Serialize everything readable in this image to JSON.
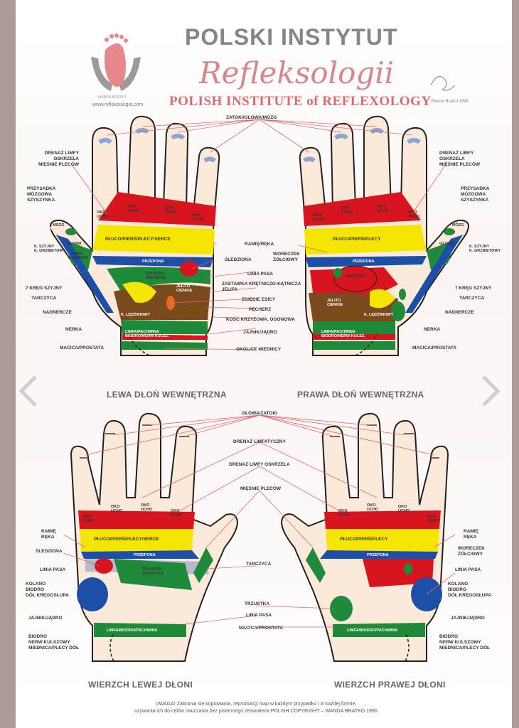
{
  "header": {
    "title_line1": "POLSKI INSTYTUT",
    "title_line2": "Refleksologii",
    "title_line3": "POLISH INSTITUTE of REFLEXOLOGY",
    "url": "www.refleksologia.com",
    "logo_text": "WANDA BRATKO",
    "signature": "Wanda Bratko 1996"
  },
  "hand_titles": {
    "left_palm": "LEWA DŁOŃ WEWNĘTRZNA",
    "right_palm": "PRAWA DŁOŃ WEWNĘTRZNA",
    "left_back": "WIERZCH LEWEJ DŁONI",
    "right_back": "WIERZCH PRAWEJ DŁONI"
  },
  "top_labels": {
    "zatoki": "ZATOKI/GŁOWA/MÓZG",
    "drenaz_l": "DRENAŻ LIMFY\nOSKRZELA\nMIĘŚNIE PLECÓW",
    "drenaz_r": "DRENAŻ LIMFY\nOSKRZELA\nMIĘŚNIE PLECÓW",
    "przysadka_l": "PRZYSADKA\nMÓZGOWA\nSZYSZYNKA",
    "przysadka_r": "PRZYSADKA\nMÓZGOWA\nSZYSZYNKA",
    "ramie": "RAMIĘ/RĘKA",
    "sledziona": "ŚLEDZIONA",
    "woreczek": "WORECZEK\nŻÓŁCIOWY",
    "linia_pasa": "LINIA PASA",
    "zastawka": "ZASTAWKA KRĘTNICZO-KĄTNICZA\nJELITA",
    "zgiecie": "ZGIĘCIE ESICY",
    "pecherz": "PĘCHERZ",
    "kosc": "KOŚĆ KRZYŻOWA, OGONOWA",
    "jajnik": "JAJNIK/JĄDRO",
    "okolice": "OKOLICE MIEDNICY",
    "kreg_l": "7 KRĘG SZYJNY",
    "kreg_r": "7 KRĘG SZYJNY",
    "tarczyca_l": "TARCZYCA",
    "tarczyca_r": "TARCZYCA",
    "nadnercze_l": "NADNERCZE",
    "nadnercze_r": "NADNERCZE",
    "nerka_l": "NERKA",
    "nerka_r": "NERKA",
    "macica_l": "MACICA/PROSTATA",
    "macica_r": "MACICA/PROSTATA"
  },
  "bottom_labels": {
    "glowa_zatoki": "GŁOWA/ZATOKI",
    "drenaz_limf": "DRENAŻ LIMFATYCZNY",
    "drenaz_oskrzela": "DRENAŻ LIMFY OSKRZELA",
    "miesnie": "MIĘŚNIE PLECÓW",
    "ramie_l": "RAMIĘ\nRĘKA",
    "ramie_r": "RAMIĘ\nRĘKA",
    "sledziona": "ŚLEDZIONA",
    "woreczek": "WORECZEK\nŻÓŁCIOWY",
    "tarczyca": "TARCZYCA",
    "linia_pasa_l": "LINIA PASA",
    "linia_pasa_r": "LINIA PASA",
    "kolano_l": "KOLANO\nBIODRO\nDÓŁ KRĘGOSŁUPA",
    "kolano_r": "KOLANO\nBIODRO\nDÓŁ KRĘGOSŁUPA",
    "trzustka": "TRZUSTKA",
    "linia_pasa_c": "LINIA PASA",
    "macica": "MACICA/PROSTATA",
    "jajnik_l": "JAJNIK/JĄDRO",
    "jajnik_r": "JAJNIK/JĄDRO",
    "biodro_l": "BIODRO\nNERW KULSZOWY\nMIEDNICA/PLECY DÓŁ",
    "biodro_r": "BIODRO\nNERW KULSZOWY\nMIEDNICA/PLECY DÓŁ"
  },
  "zone_labels": {
    "oko_ucho": "OKO\nUCHO",
    "pluco_l": "PŁUCO/PIERŚ/PLECY/SERCE",
    "pluco_r": "PŁUCO/PIERŚ/PLECY",
    "przepona": "PRZEPONA",
    "zoladek": "ŻOŁĄDEK,\nTRZUSTKA",
    "jelito": "JELITO\nCIENKIE",
    "watroba": "WĄTROBA",
    "mozg": "MÓZG",
    "glowa": "GŁOWA",
    "kark": "KARK\nGARDŁO",
    "kregoslup": "K. SZYJNY\nK. GRZBIETOWY",
    "limfa": "LIMFA/PACHWINA\nBIODRO/NERW KULSZ.",
    "limfa_back": "LIMFA/BIODRO/PACHWINA",
    "ledzwiowy": "K. LĘDŹWIOWY"
  },
  "warning": "UWAGA! Zabrania się kopiowania, reprodukcji map w każdym przypadku i w każdej formie,\nużywania ich do celów nauczania bez pisemnego zezwolenia POLISH COPYRIGHT – WANDA BRATKO 1996",
  "colors": {
    "red": "#d8141e",
    "yellow": "#f4e600",
    "green": "#1e8a3a",
    "blue": "#1d4fa8",
    "brown": "#7a4a1c",
    "skin": "#fbe9da",
    "accent": "#e0676f"
  }
}
